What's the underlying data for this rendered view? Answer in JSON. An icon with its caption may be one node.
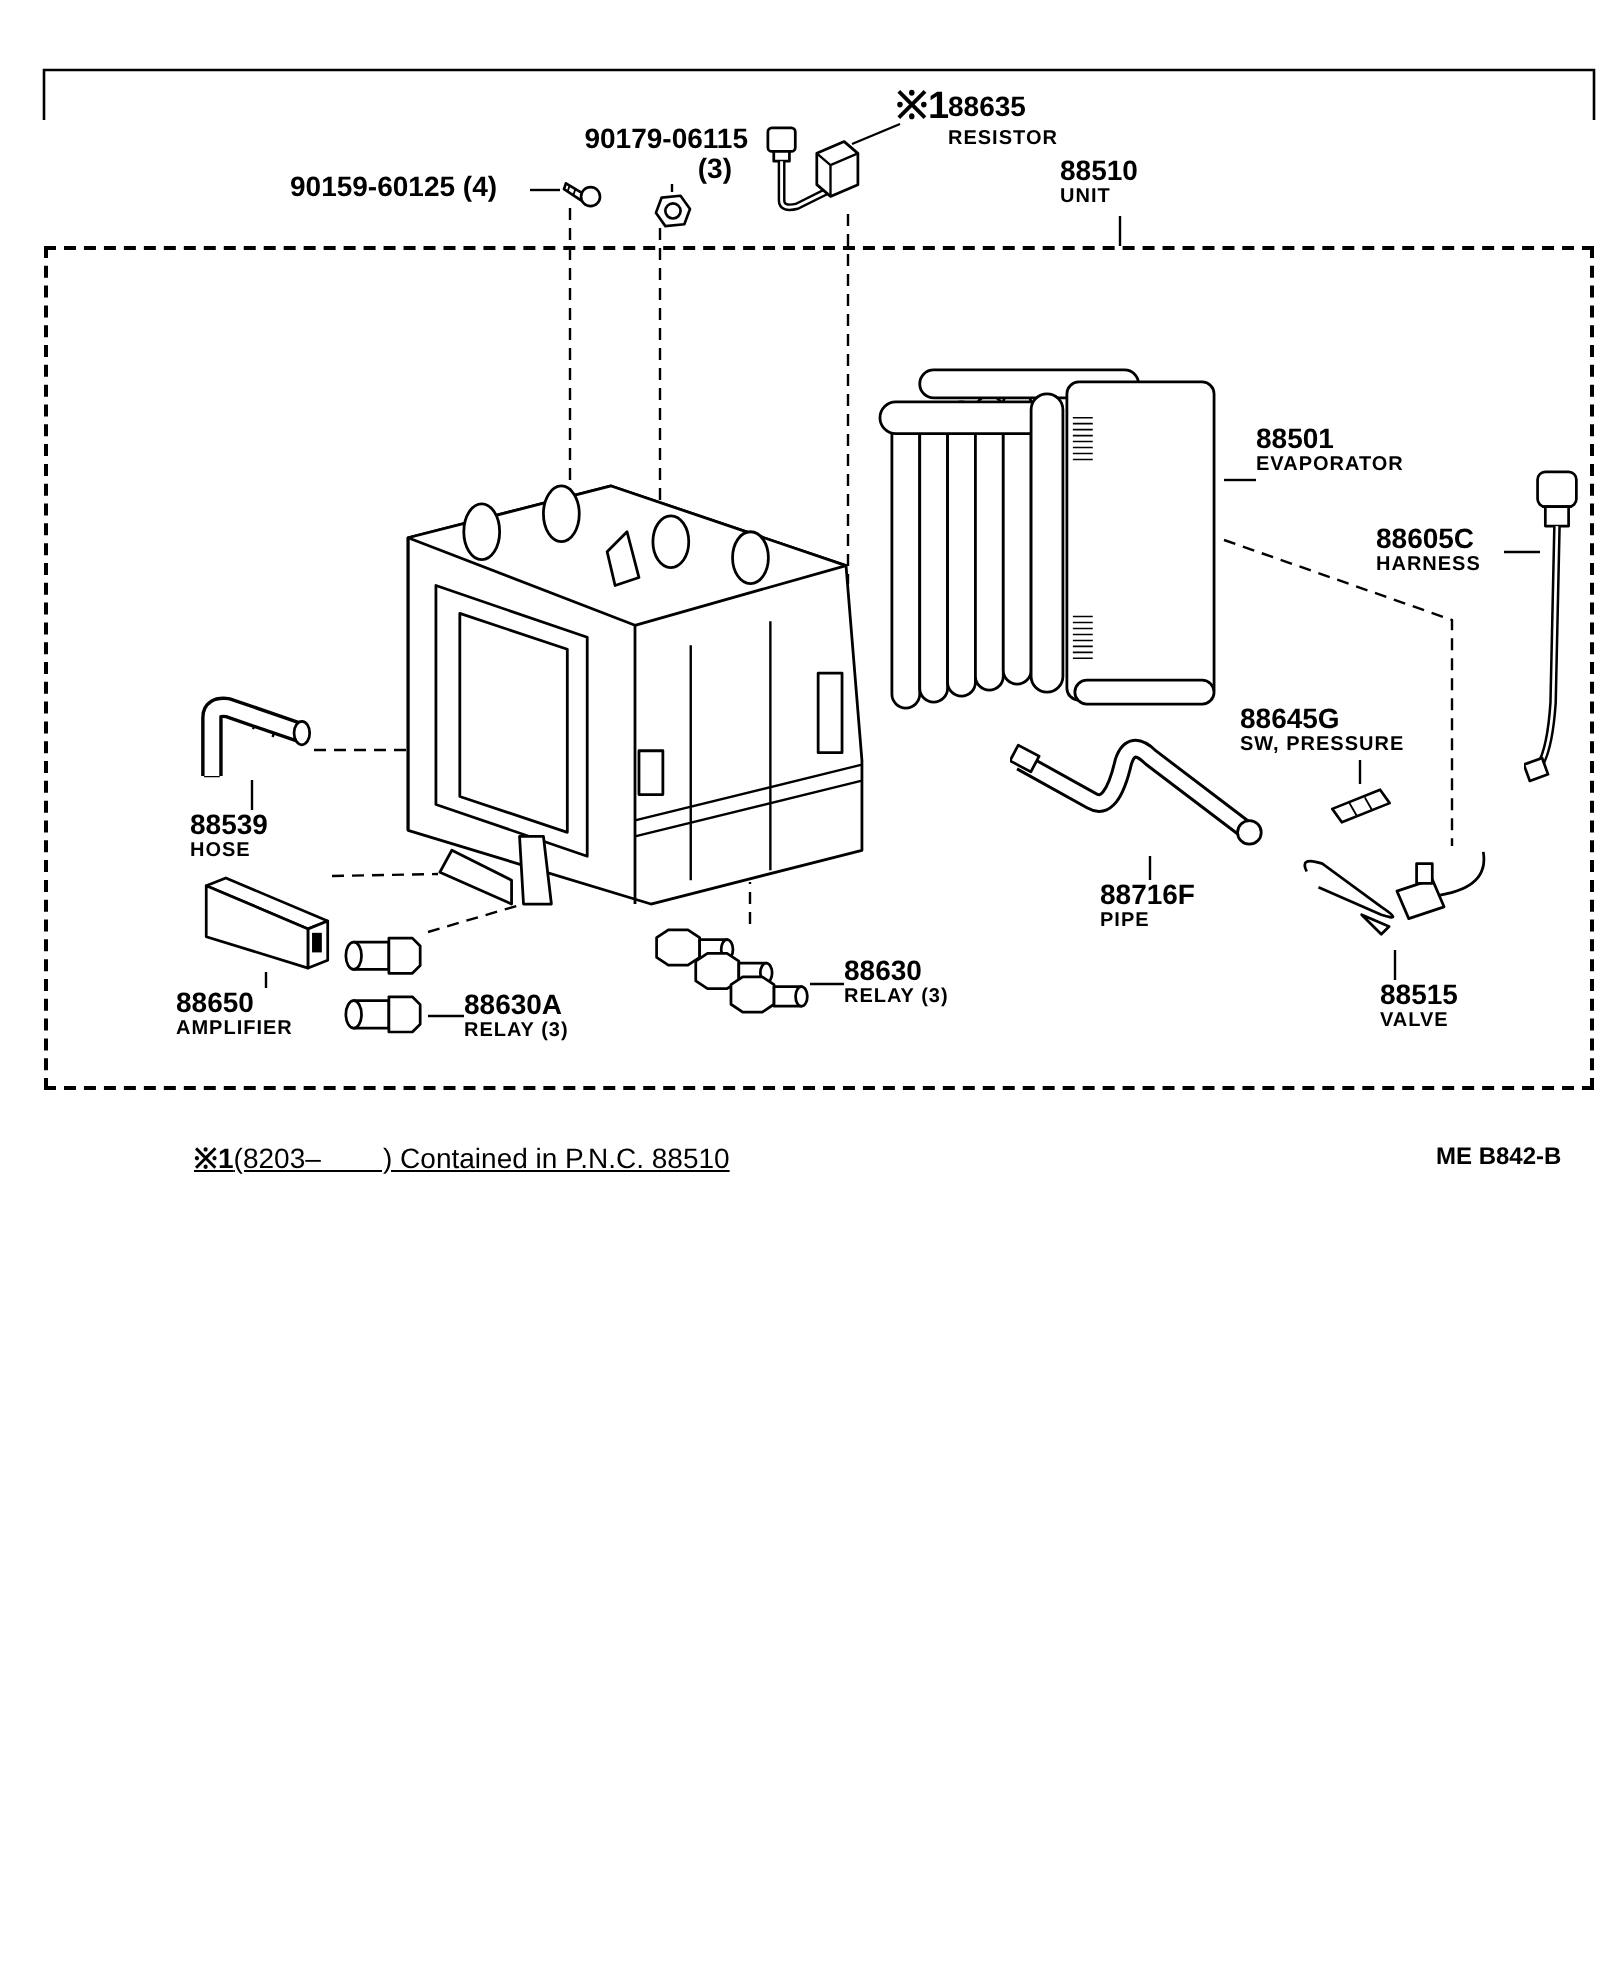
{
  "diagram": {
    "nodes": [
      {
        "text": [
          "90159-60125 (4)"
        ]
      },
      {
        "text": [],
        "shape": "picture"
      },
      {
        "text": [
          "90179-06115",
          "(3)"
        ]
      },
      {
        "text": [],
        "shape": "picture"
      },
      {
        "text": [
          "※1",
          "88635",
          "RESISTOR"
        ]
      },
      {
        "text": [],
        "shape": "picture"
      },
      {
        "text": [
          "88510",
          "UNIT"
        ]
      },
      {
        "text": [],
        "shape": "box"
      },
      {
        "text": [],
        "shape": "picture",
        "in": 7
      },
      {
        "text": [],
        "shape": "picture",
        "in": 7
      },
      {
        "text": [
          "88501",
          "EVAPORATOR"
        ],
        "in": 7
      },
      {
        "text": [
          "88605C",
          "HARNESS"
        ],
        "in": 7
      },
      {
        "text": [],
        "shape": "picture",
        "in": 7
      },
      {
        "text": [],
        "shape": "picture",
        "in": 7
      },
      {
        "text": [
          "88539",
          "HOSE"
        ],
        "in": 7
      },
      {
        "text": [
          "88645G",
          "SW, PRESSURE"
        ],
        "in": 7
      },
      {
        "text": [],
        "shape": "picture",
        "in": 7
      },
      {
        "text": [],
        "shape": "box",
        "in": 7
      },
      {
        "text": [
          "88650",
          "AMPLIFIER"
        ],
        "in": 7
      },
      {
        "text": [],
        "shape": "picture",
        "in": 7
      },
      {
        "text": [
          "88630A",
          "RELAY (3)"
        ],
        "in": 7
      },
      {
        "text": [],
        "shape": "picture",
        "in": 7
      },
      {
        "text": [
          "88630",
          "RELAY (3)"
        ],
        "in": 7
      },
      {
        "text": [],
        "shape": "picture",
        "in": 7
      },
      {
        "text": [
          "88716F",
          "PIPE"
        ],
        "in": 7
      },
      {
        "text": [],
        "shape": "picture",
        "in": 7
      },
      {
        "text": [
          "88515",
          "VALVE"
        ],
        "in": 7
      }
    ],
    "edges": [
      {
        "from": 0,
        "to": 1,
        "arrow": "none"
      },
      {
        "from": 2,
        "to": 3,
        "arrow": "none"
      },
      {
        "from": 4,
        "to": 5,
        "arrow": "none"
      },
      {
        "from": 6,
        "to": 7,
        "arrow": "none"
      },
      {
        "from": 10,
        "to": 9,
        "arrow": "none"
      },
      {
        "from": 11,
        "to": 12,
        "arrow": "none"
      },
      {
        "from": 14,
        "to": 13,
        "arrow": "none"
      },
      {
        "from": 15,
        "to": 16,
        "arrow": "none"
      },
      {
        "from": 18,
        "to": 17,
        "arrow": "none"
      },
      {
        "from": 20,
        "to": 19,
        "arrow": "none"
      },
      {
        "from": 22,
        "to": 21,
        "arrow": "none"
      },
      {
        "from": 24,
        "to": 23,
        "arrow": "none"
      },
      {
        "from": 26,
        "to": 25,
        "arrow": "none"
      },
      {
        "from": 1,
        "to": 8,
        "arrow": "none",
        "style": "dashed"
      },
      {
        "from": 3,
        "to": 8,
        "arrow": "none",
        "style": "dashed"
      },
      {
        "from": 5,
        "to": 8,
        "arrow": "none",
        "style": "dashed"
      },
      {
        "from": 13,
        "to": 8,
        "arrow": "none",
        "style": "dashed"
      },
      {
        "from": 17,
        "to": 8,
        "arrow": "none",
        "style": "dashed"
      },
      {
        "from": 19,
        "to": 8,
        "arrow": "none",
        "style": "dashed"
      },
      {
        "from": 21,
        "to": 8,
        "arrow": "none",
        "style": "dashed"
      },
      {
        "from": 9,
        "to": 25,
        "arrow": "none",
        "style": "dashed"
      }
    ],
    "labels": [
      "**※1**(8203–        ) Contained in P.N.C. 88510",
      "ME B842-B"
    ]
  }
}
